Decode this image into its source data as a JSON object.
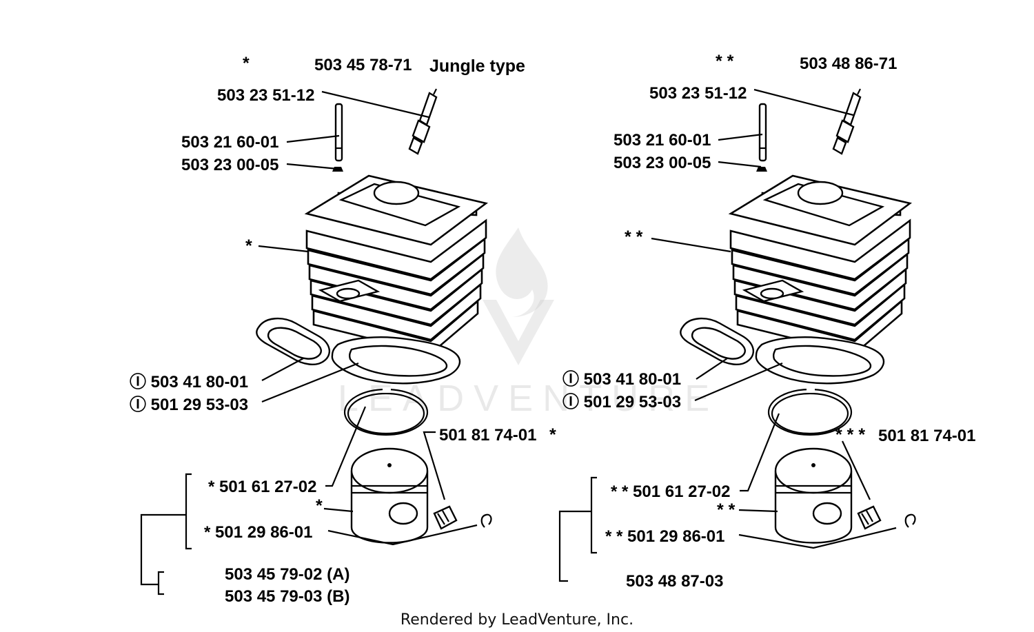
{
  "watermark": {
    "brand": "LEADVENTURE",
    "name": "leadventure-logo-icon"
  },
  "footer": {
    "text": "Rendered by LeadVenture, Inc."
  },
  "left": {
    "title": {
      "marker": "*",
      "part": "503 45 78-71",
      "note": "Jungle type"
    },
    "spark_plug": "503 23 51-12",
    "stud": "503 21 60-01",
    "washer": "503 23 00-05",
    "cylinder_marker": "*",
    "gasket_exhaust": "503 41 80-01",
    "gasket_base": "501 29 53-03",
    "bearing": "501 81 74-01",
    "bearing_marker": "*",
    "piston_group": "* 501 61 27-02",
    "piston_marker": "*",
    "ring": "*  501 29 86-01",
    "kit_a": "503 45 79-02 (A)",
    "kit_b": "503 45 79-03 (B)"
  },
  "right": {
    "title": {
      "marker": "* *",
      "part": "503 48 86-71"
    },
    "spark_plug": "503 23 51-12",
    "stud": "503 21 60-01",
    "washer": "503 23 00-05",
    "cylinder_marker": "* *",
    "gasket_exhaust": "503 41 80-01",
    "gasket_base": "501 29 53-03",
    "bearing_marker": "* * *",
    "bearing": "501 81 74-01",
    "piston_group": "* * 501 61 27-02",
    "piston_marker": "* *",
    "ring": "* *  501 29 86-01",
    "kit": "503 48 87-03"
  },
  "symbols": {
    "circle_i": "Ⓘ"
  }
}
